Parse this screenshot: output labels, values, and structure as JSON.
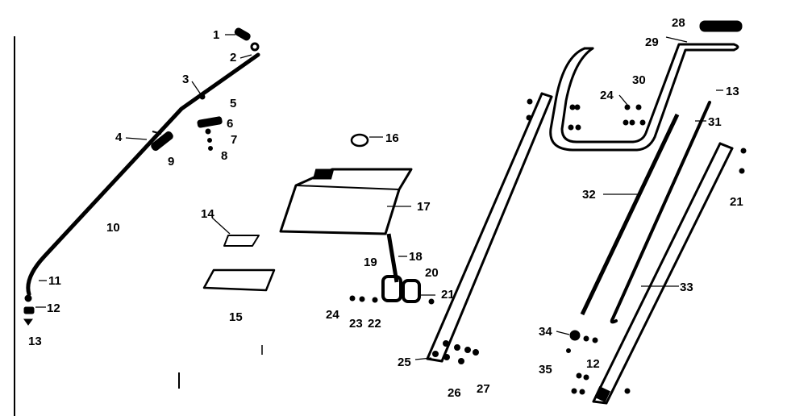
{
  "colors": {
    "ink": "#000000",
    "paper": "#ffffff"
  },
  "callouts": [
    "1",
    "2",
    "3",
    "4",
    "5",
    "6",
    "7",
    "8",
    "9",
    "10",
    "11",
    "12",
    "13",
    "14",
    "15",
    "16",
    "17",
    "18",
    "19",
    "20",
    "21",
    "22",
    "23",
    "24",
    "25",
    "26",
    "27",
    "28",
    "29",
    "30",
    "31",
    "32",
    "33",
    "34",
    "35"
  ],
  "repeat_labels": {
    "r12": "12",
    "r13": "13",
    "r20": "20",
    "r21": "21",
    "r24": "24"
  }
}
